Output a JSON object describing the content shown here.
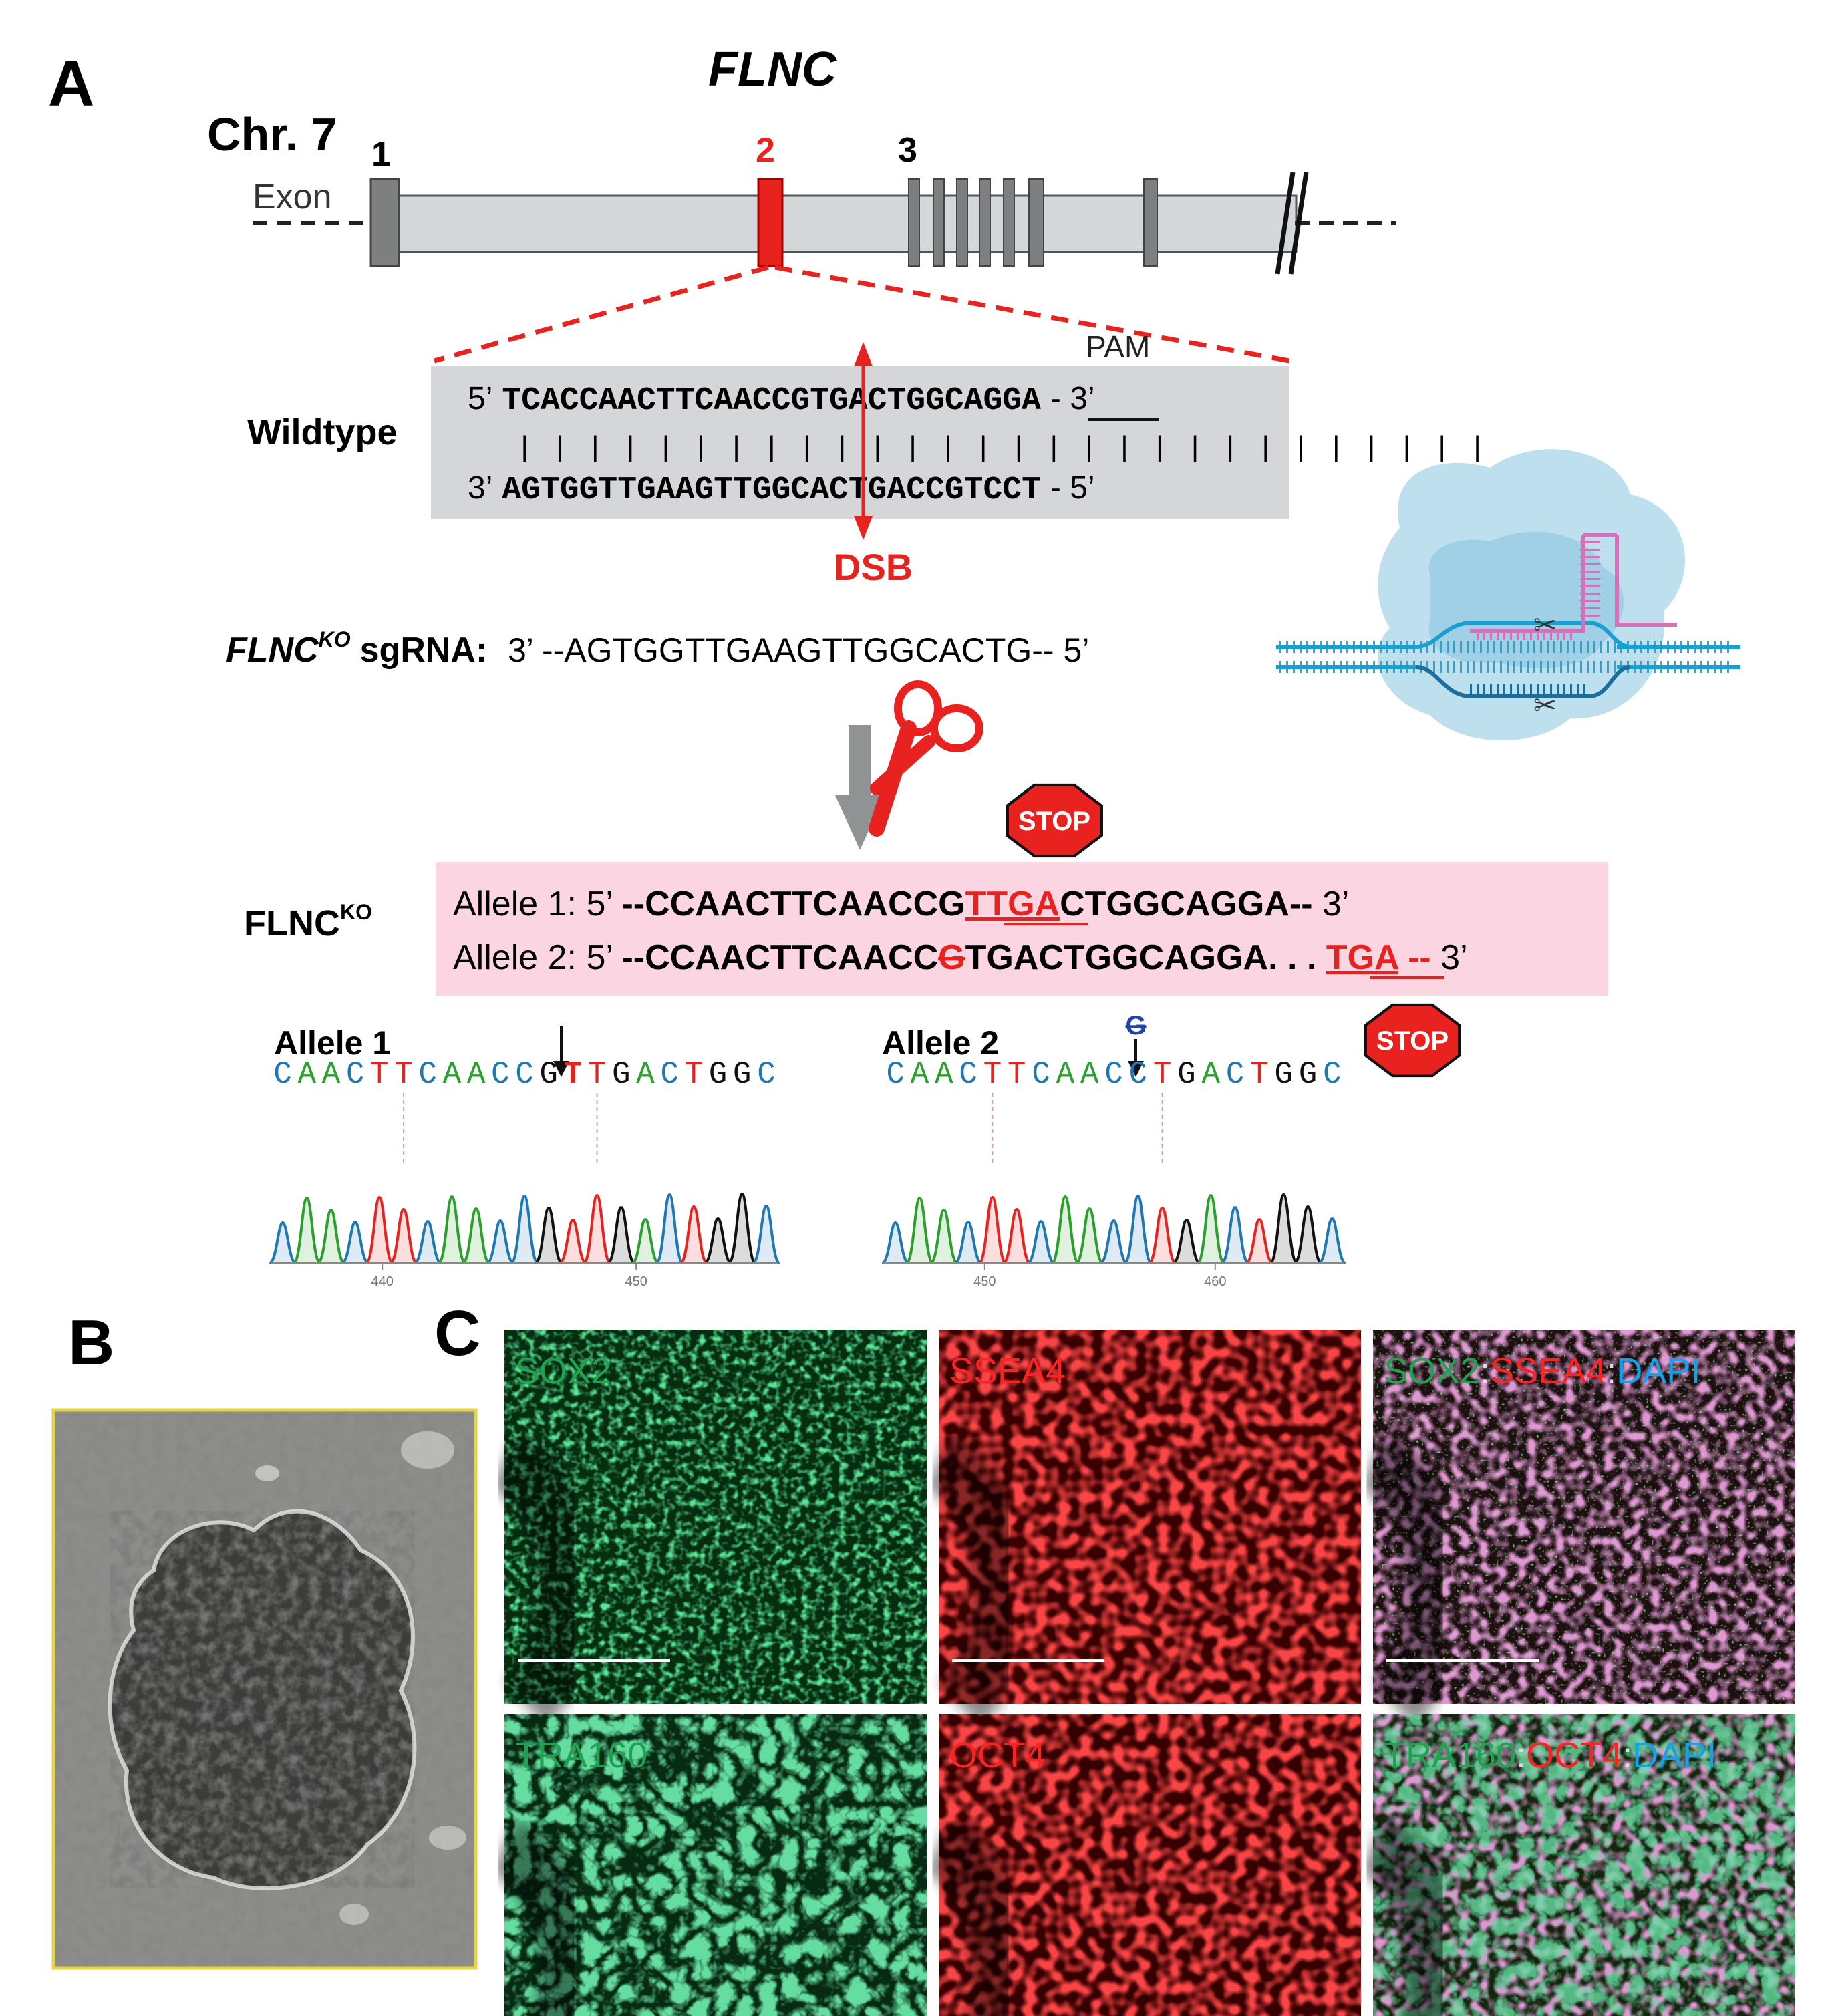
{
  "panel_a": {
    "label": "A",
    "gene": "FLNC",
    "chromosome": "Chr. 7",
    "exon_label": "Exon",
    "exon_numbers": [
      "1",
      "2",
      "3"
    ],
    "pam_label": "PAM",
    "wildtype_label": "Wildtype",
    "wildtype_top": {
      "prefix": "5’",
      "seq_a": "TCACCAACTTCAACC",
      "seq_b": "GTGACTGGCAGGA",
      "suffix": "- 3’"
    },
    "wildtype_bottom": {
      "prefix": "3’",
      "seq_a": "AGTGGTTGAAGTTGG",
      "seq_b": "CACTGACCGTCCT",
      "suffix": "- 5’"
    },
    "bond_marks": "| | | | | | | | | | | | | | | | | | | | | | | | | | | |",
    "dsb_label": "DSB",
    "sgrna_gene": "FLNC",
    "sgrna_sup": "KO",
    "sgrna_label": "sgRNA:",
    "sgrna_seq": "3’ --AGTGGTTGAAGTTGGCACTG-- 5’",
    "stop_text": "STOP",
    "ko_label": "FLNC",
    "ko_sup": "KO",
    "allele1_line": {
      "lead": "Allele 1: 5’ ",
      "seq_a": "--CCAACTTCAACCG",
      "mut": "TTGA",
      "seq_b": "CTGGCAGGA--",
      "end": " 3’"
    },
    "allele2_line": {
      "lead": "Allele 2: 5’ ",
      "seq_a": "--CCAACTTCAACC",
      "del": "G",
      "seq_b": "TGACTGGCAGGA. . . ",
      "mut": "TGA",
      "seq_c": " --",
      "end": " 3’"
    },
    "chrom1_title": "Allele 1",
    "chrom2_title": "Allele 2",
    "chrom2_deleted_base": "G",
    "chrom1_seq": [
      "C",
      "A",
      "A",
      "C",
      "T",
      "T",
      "C",
      "A",
      "A",
      "C",
      "C",
      "G",
      "T",
      "T",
      "G",
      "A",
      "C",
      "T",
      "G",
      "G",
      "C"
    ],
    "chrom2_seq": [
      "C",
      "A",
      "A",
      "C",
      "T",
      "T",
      "C",
      "A",
      "A",
      "C",
      "C",
      "T",
      "G",
      "A",
      "C",
      "T",
      "G",
      "G",
      "C"
    ],
    "chrom1_ticks": [
      "440",
      "450"
    ],
    "chrom2_ticks": [
      "450",
      "460"
    ]
  },
  "panel_b": {
    "label": "B"
  },
  "panel_c": {
    "label": "C",
    "tiles": [
      {
        "parts": [
          {
            "t": "SOX2",
            "c": "#1fa350"
          }
        ]
      },
      {
        "parts": [
          {
            "t": "SSEA4",
            "c": "#ff2222"
          }
        ]
      },
      {
        "parts": [
          {
            "t": "SOX2",
            "c": "#1fa350"
          },
          {
            "t": ":",
            "c": "#dddddd"
          },
          {
            "t": "SSEA4",
            "c": "#ff2222"
          },
          {
            "t": ":",
            "c": "#dddddd"
          },
          {
            "t": "DAPI",
            "c": "#18a0e8"
          }
        ]
      },
      {
        "parts": [
          {
            "t": "TRA160",
            "c": "#1fa350"
          }
        ]
      },
      {
        "parts": [
          {
            "t": "OCT4",
            "c": "#ff2222"
          }
        ]
      },
      {
        "parts": [
          {
            "t": "TRA160",
            "c": "#1fa350"
          },
          {
            "t": ":",
            "c": "#dddddd"
          },
          {
            "t": "OCT4",
            "c": "#ff2222"
          },
          {
            "t": ":",
            "c": "#dddddd"
          },
          {
            "t": "DAPI",
            "c": "#18a0e8"
          }
        ]
      }
    ]
  },
  "colors": {
    "red": "#e8231f",
    "gray_bar": "#d5d8da",
    "exon_gray": "#7e7f80",
    "pink_box": "#fbd6e2",
    "seq_box": "#d4d6d8",
    "base_A": "#2ca02c",
    "base_C": "#1f77b4",
    "base_G": "#111111",
    "base_T": "#e8231f"
  }
}
